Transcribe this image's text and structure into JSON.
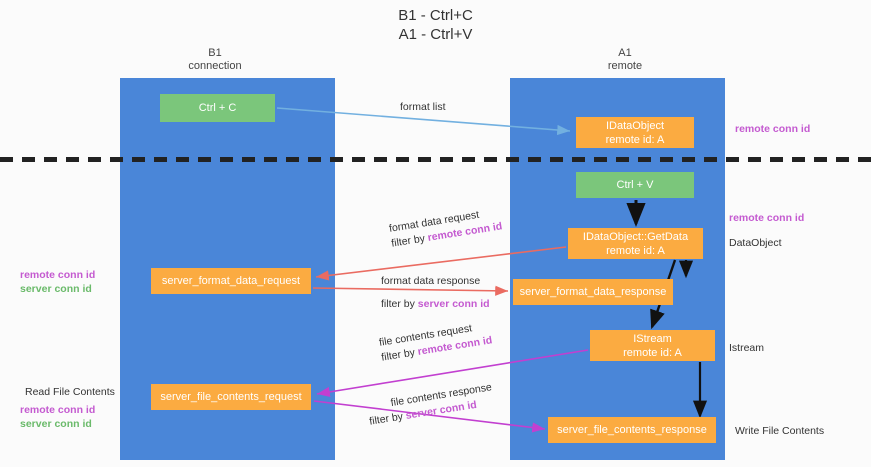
{
  "title": {
    "line1": "B1 - Ctrl+C",
    "line2": "A1 - Ctrl+V"
  },
  "columns": [
    {
      "name": "B1",
      "sub": "connection"
    },
    {
      "name": "A1",
      "sub": "remote"
    }
  ],
  "nodes": {
    "ctrl_c": {
      "label": "Ctrl + C",
      "color": "#7bc67b"
    },
    "idataobject": {
      "line1": "IDataObject",
      "line2": "remote id: A",
      "color": "#fbab41"
    },
    "ctrl_v": {
      "label": "Ctrl + V",
      "color": "#7bc67b"
    },
    "getdata": {
      "line1": "IDataObject::GetData",
      "line2": "remote id: A",
      "color": "#fbab41"
    },
    "server_format_data_request": {
      "label": "server_format_data_request",
      "color": "#fbab41"
    },
    "server_format_data_response": {
      "label": "server_format_data_response",
      "color": "#fbab41"
    },
    "istream": {
      "line1": "IStream",
      "line2": "remote id: A",
      "color": "#fbab41"
    },
    "server_file_contents_request": {
      "label": "server_file_contents_request",
      "color": "#fbab41"
    },
    "server_file_contents_response": {
      "label": "server_file_contents_response",
      "color": "#fbab41"
    }
  },
  "edges": {
    "format_list": "format list",
    "format_data_request": "format data request",
    "format_data_request_filter_prefix": "filter by ",
    "format_data_request_filter_key": "remote conn id",
    "format_data_response": "format data response",
    "format_data_response_filter_prefix": "filter by ",
    "format_data_response_filter_key": "server conn id",
    "file_contents_request": "file contents request",
    "file_contents_request_filter_prefix": "filter by ",
    "file_contents_request_filter_key": "remote conn id",
    "file_contents_response": "file contents response",
    "file_contents_response_filter_prefix": "filter by ",
    "file_contents_response_filter_key": "server conn id"
  },
  "annotations": {
    "right_remote_conn_id_top": "remote conn id",
    "right_remote_conn_id_mid": "remote conn id",
    "right_dataobject": "DataObject",
    "right_istream": "Istream",
    "right_write_file_contents": "Write File Contents",
    "left_remote_conn_id": "remote conn id",
    "left_server_conn_id": "server conn id",
    "left_read_file_contents": "Read File Contents",
    "left_remote_conn_id_2": "remote conn id",
    "left_server_conn_id_2": "server conn id"
  },
  "colors": {
    "lane": "#4a86d8",
    "orange": "#fbab41",
    "green": "#7bc67b",
    "remote_key": "#c45ad0",
    "server_key": "#6aba6a",
    "arrow_blue": "#72b0e0",
    "arrow_red": "#ea6b61",
    "arrow_magenta": "#c23fd0",
    "arrow_black": "#111111"
  }
}
